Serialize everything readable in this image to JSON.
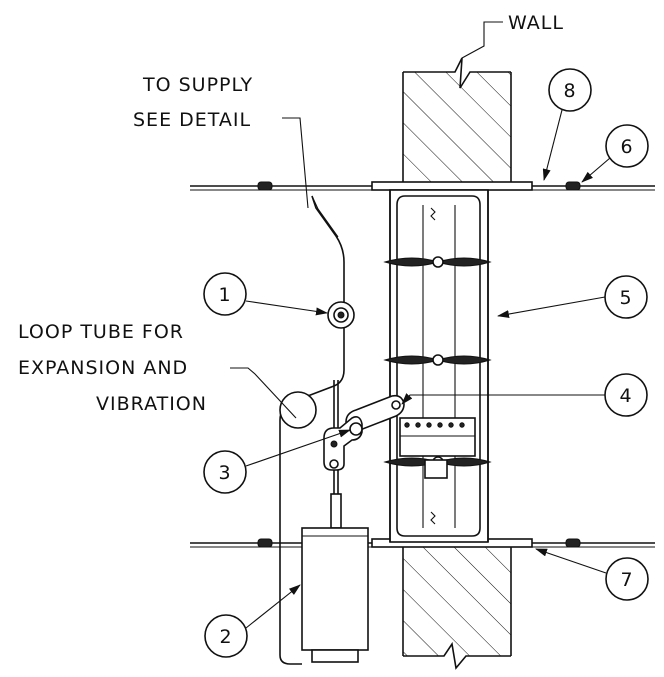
{
  "labels": {
    "wall": "WALL",
    "supply_line1": "TO SUPPLY",
    "supply_line2": "SEE DETAIL",
    "loop_line1": "LOOP TUBE FOR",
    "loop_line2": "EXPANSION AND",
    "loop_line3": "VIBRATION"
  },
  "callouts": [
    "1",
    "2",
    "3",
    "4",
    "5",
    "6",
    "7",
    "8"
  ]
}
